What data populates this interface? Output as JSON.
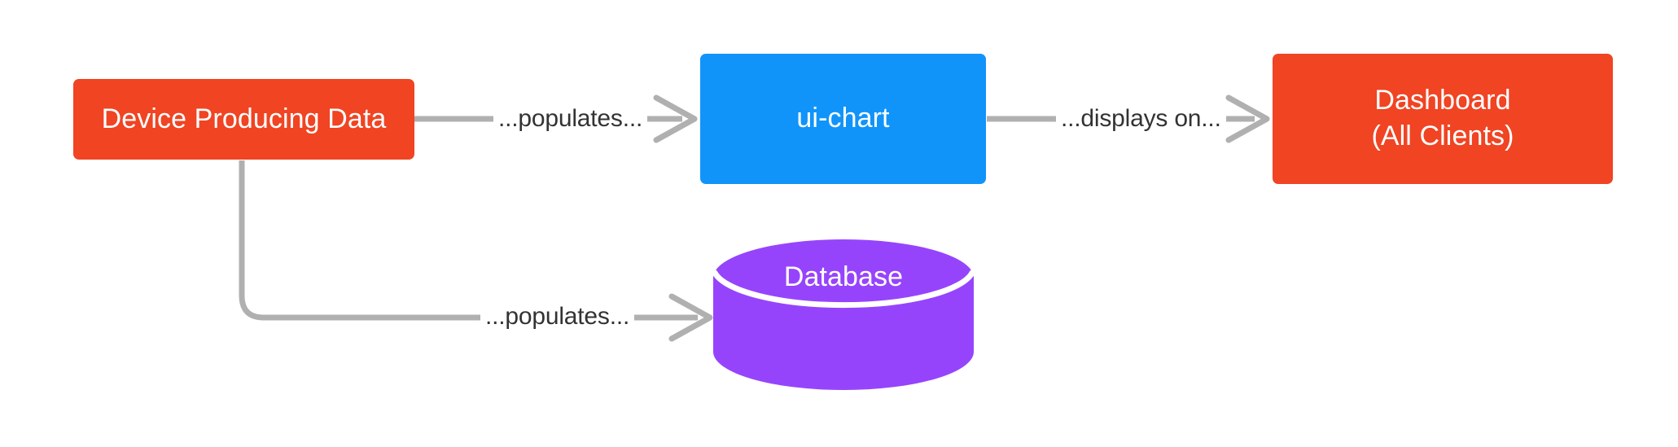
{
  "diagram": {
    "type": "flowchart",
    "orientation": "left-to-right",
    "background_color": "#ffffff",
    "nodes": [
      {
        "id": "device",
        "label": "Device Producing Data",
        "shape": "rounded-rectangle",
        "color": "#f04423",
        "text_color": "#ffffff"
      },
      {
        "id": "uichart",
        "label": "ui-chart",
        "shape": "rounded-rectangle",
        "color": "#1094fa",
        "text_color": "#ffffff"
      },
      {
        "id": "dashboard",
        "label": "Dashboard\n(All Clients)",
        "line1": "Dashboard",
        "line2": "(All Clients)",
        "shape": "rounded-rectangle",
        "color": "#f04423",
        "text_color": "#ffffff"
      },
      {
        "id": "database",
        "label": "Database",
        "shape": "cylinder",
        "color": "#9644fc",
        "text_color": "#ffffff"
      }
    ],
    "edges": [
      {
        "id": "device-to-uichart",
        "from": "device",
        "to": "uichart",
        "label": "...populates...",
        "style": "straight-arrow",
        "color": "#b0b0b0",
        "label_color": "#333333"
      },
      {
        "id": "uichart-to-dashboard",
        "from": "uichart",
        "to": "dashboard",
        "label": "...displays on...",
        "style": "straight-arrow",
        "color": "#b0b0b0",
        "label_color": "#333333"
      },
      {
        "id": "device-to-database",
        "from": "device",
        "to": "database",
        "label": "...populates...",
        "style": "elbow-arrow",
        "color": "#b0b0b0",
        "label_color": "#333333"
      }
    ]
  }
}
